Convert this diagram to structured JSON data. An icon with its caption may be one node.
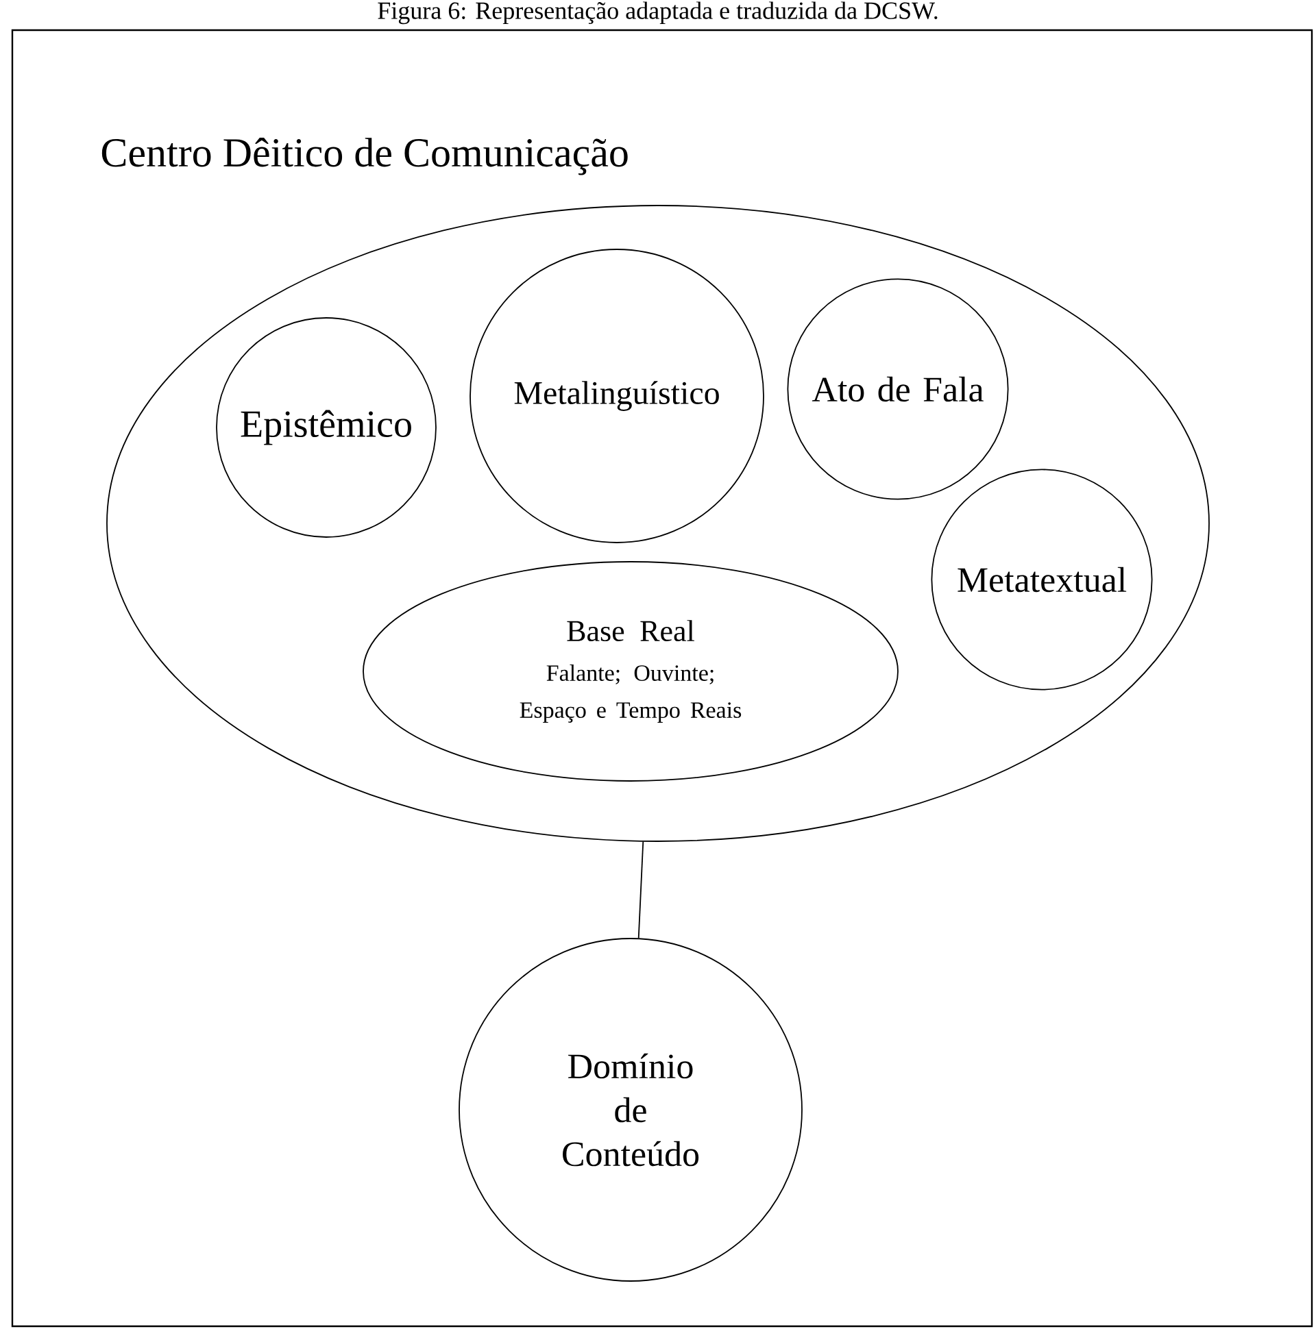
{
  "diagram": {
    "title": "Figura 6: Representação adaptada e traduzida da DCSW.",
    "nodes": [
      {
        "text": [
          "Centro Dêitico de Comunicação"
        ]
      },
      {
        "text": [
          "Epistêmico"
        ],
        "in": 0
      },
      {
        "text": [
          "Metalinguístico"
        ],
        "in": 0
      },
      {
        "text": [
          "Ato de Fala"
        ],
        "in": 0
      },
      {
        "text": [
          "Metatextual"
        ],
        "in": 0
      },
      {
        "text": [
          "Base Real",
          "Falante; Ouvinte; Espaço e Tempo Reais"
        ],
        "in": 0
      },
      {
        "text": [
          "Domínio de Conteúdo"
        ]
      }
    ],
    "edges": [
      {
        "from": 0,
        "to": 6,
        "arrow": "none"
      }
    ]
  }
}
